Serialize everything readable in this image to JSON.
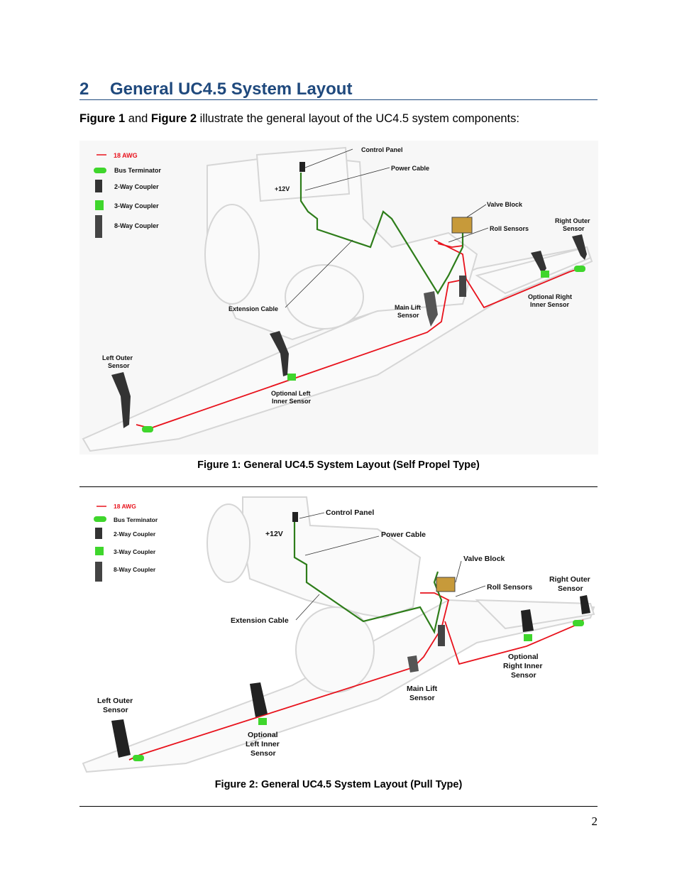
{
  "section": {
    "number": "2",
    "title": "General UC4.5 System Layout"
  },
  "intro": {
    "ref1": "Figure 1",
    "and": " and ",
    "ref2": "Figure 2",
    "rest": " illustrate the general layout of the UC4.5 system components:"
  },
  "legend": {
    "wire": "18 AWG",
    "bus_terminator": "Bus Terminator",
    "two_way": "2-Way Coupler",
    "three_way": "3-Way Coupler",
    "eight_way": "8-Way Coupler"
  },
  "figure1": {
    "caption": "Figure 1: General UC4.5 System Layout (Self Propel Type)",
    "labels": {
      "control_panel": "Control Panel",
      "power_cable": "Power Cable",
      "plus12v": "+12V",
      "valve_block": "Valve Block",
      "roll_sensors": "Roll Sensors",
      "right_outer_1": "Right Outer",
      "right_outer_2": "Sensor",
      "opt_right_inner_1": "Optional Right",
      "opt_right_inner_2": "Inner Sensor",
      "main_lift_1": "Main Lift",
      "main_lift_2": "Sensor",
      "extension_cable": "Extension Cable",
      "left_outer_1": "Left Outer",
      "left_outer_2": "Sensor",
      "opt_left_inner_1": "Optional Left",
      "opt_left_inner_2": "Inner Sensor"
    }
  },
  "figure2": {
    "caption": "Figure 2: General UC4.5 System Layout (Pull Type)",
    "labels": {
      "control_panel": "Control Panel",
      "power_cable": "Power Cable",
      "plus12v": "+12V",
      "valve_block": "Valve Block",
      "roll_sensors": "Roll Sensors",
      "right_outer_1": "Right Outer",
      "right_outer_2": "Sensor",
      "opt_right_inner_1": "Optional",
      "opt_right_inner_2": "Right Inner",
      "opt_right_inner_3": "Sensor",
      "main_lift_1": "Main Lift",
      "main_lift_2": "Sensor",
      "extension_cable": "Extension Cable",
      "left_outer_1": "Left Outer",
      "left_outer_2": "Sensor",
      "opt_left_inner_1": "Optional",
      "opt_left_inner_2": "Left Inner",
      "opt_left_inner_3": "Sensor"
    }
  },
  "page_number": "2",
  "colors": {
    "heading": "#1f497d",
    "wire_red": "#e8121c",
    "cable_green": "#2e7d1a",
    "terminator_green": "#3fd62c"
  }
}
